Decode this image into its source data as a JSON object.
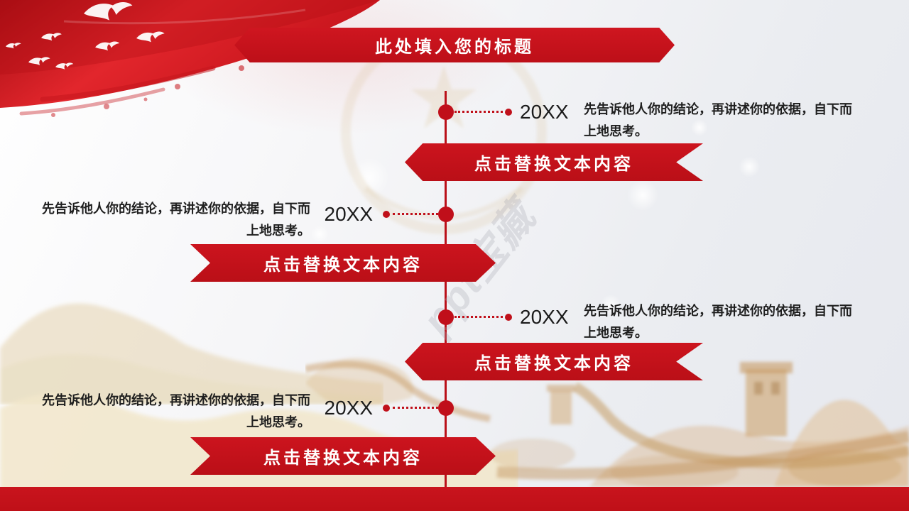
{
  "title": "此处填入您的标题",
  "watermark": "ppt宝藏",
  "colors": {
    "primary_red": "#c4121c",
    "footer_red": "#c2121a",
    "text_dark": "#1f1f1f",
    "wall_sepia": "#cda26b"
  },
  "timeline": {
    "items": [
      {
        "side": "right",
        "year": "20XX",
        "description": "先告诉他人你的结论，再讲述你的依据，自下而上地思考。",
        "banner_label": "点击替换文本内容"
      },
      {
        "side": "left",
        "year": "20XX",
        "description": "先告诉他人你的结论，再讲述你的依据，自下而上地思考。",
        "banner_label": "点击替换文本内容"
      },
      {
        "side": "right",
        "year": "20XX",
        "description": "先告诉他人你的结论，再讲述你的依据，自下而上地思考。",
        "banner_label": "点击替换文本内容"
      },
      {
        "side": "left",
        "year": "20XX",
        "description": "先告诉他人你的结论，再讲述你的依据，自下而上地思考。",
        "banner_label": "点击替换文本内容"
      }
    ]
  }
}
